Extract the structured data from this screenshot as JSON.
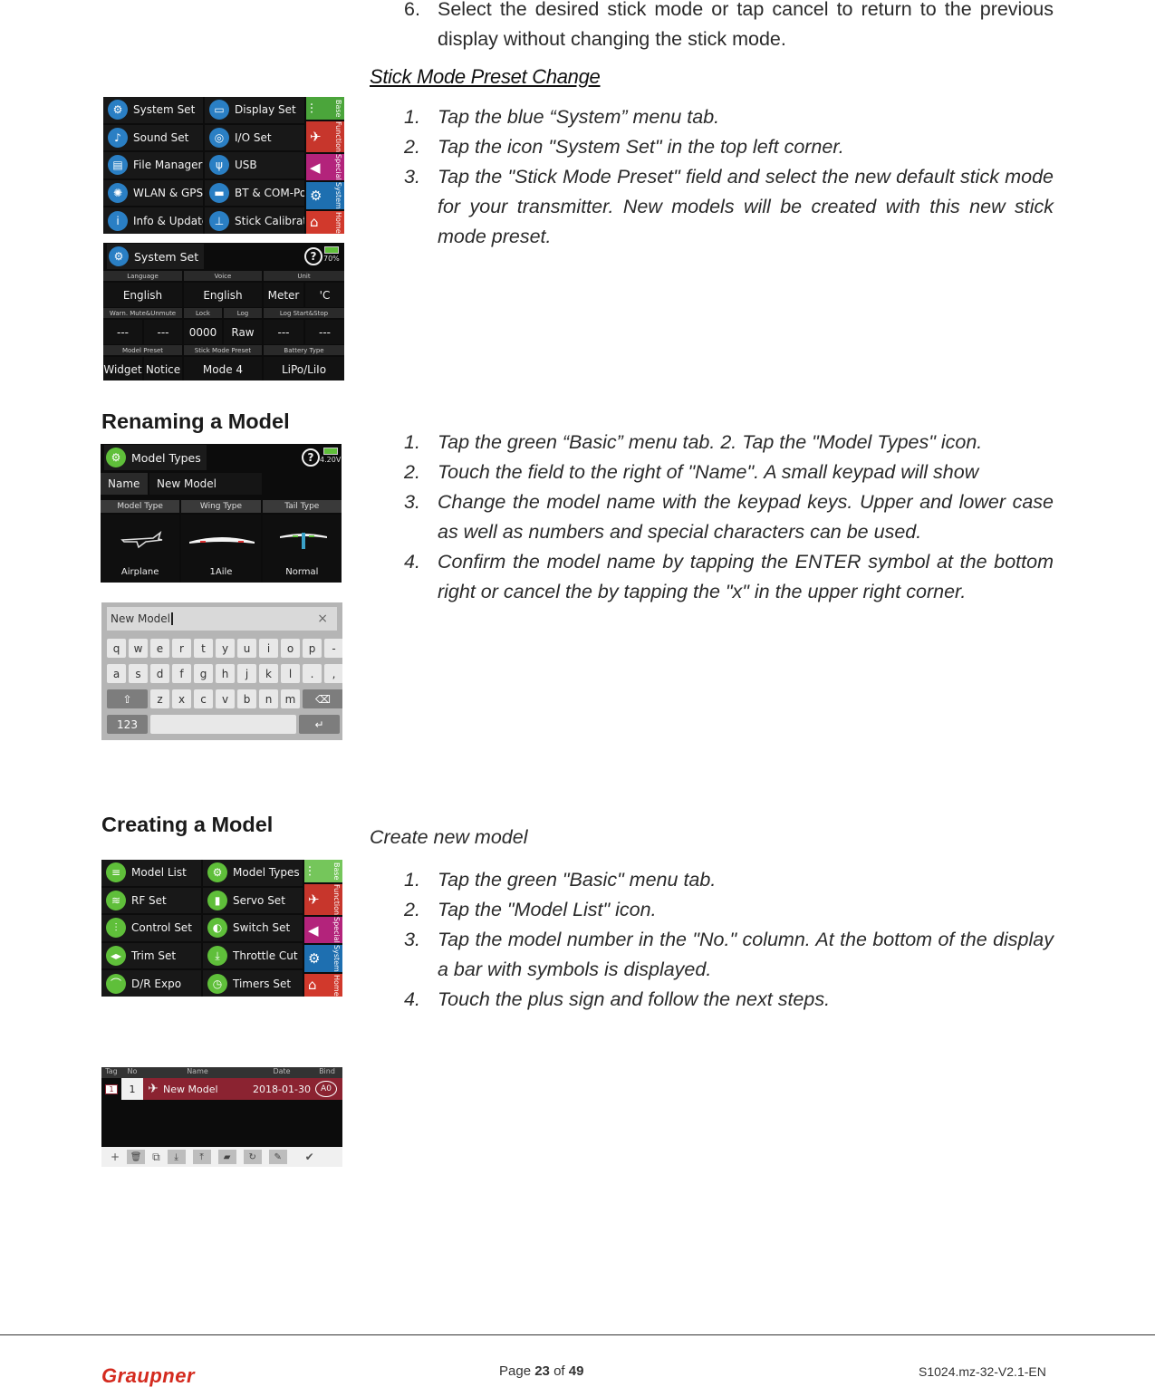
{
  "step6": {
    "num": "6.",
    "text": "Select the desired stick mode or tap cancel to return to the previous display without changing the stick mode."
  },
  "stick_mode": {
    "heading": "Stick Mode Preset Change",
    "steps": [
      {
        "num": "1.",
        "text": "Tap the blue “System” menu tab."
      },
      {
        "num": "2.",
        "text": "Tap the icon \"System Set\" in the top left corner."
      },
      {
        "num": "3.",
        "text": "Tap the \"Stick Mode Preset\" field and select the new default stick mode for your transmitter. New models will be created with this new stick mode preset."
      }
    ]
  },
  "renaming": {
    "title": "Renaming a Model",
    "steps": [
      {
        "num": "1.",
        "text": "Tap the green “Basic” menu tab. 2. Tap the \"Model Types\" icon."
      },
      {
        "num": "2.",
        "text": "Touch the field to the right of \"Name\". A small keypad will show"
      },
      {
        "num": "3.",
        "text": "Change the model name with the keypad keys. Upper and lower case as well as numbers and special characters can be used."
      },
      {
        "num": "4.",
        "text": "Confirm the model name by tapping the ENTER symbol at the bottom right or cancel the by tapping the \"x\" in the upper right corner."
      }
    ]
  },
  "creating": {
    "title": "Creating a Model",
    "intro": "Create new model",
    "steps": [
      {
        "num": "1.",
        "text": "Tap the green \"Basic\" menu tab."
      },
      {
        "num": "2.",
        "text": "Tap the \"Model List\" icon."
      },
      {
        "num": "3.",
        "text": "Tap the model number in the \"No.\" column. At the bottom of the display a bar with symbols is displayed."
      },
      {
        "num": "4.",
        "text": "Touch the plus sign and follow the next steps."
      }
    ]
  },
  "system_menu": {
    "items": [
      "System Set",
      "Display Set",
      "Sound Set",
      "I/O Set",
      "File Manager",
      "USB",
      "WLAN & GPS",
      "BT & COM-Port",
      "Info & Update",
      "Stick Calibrati.."
    ],
    "tabs": [
      "Base",
      "Function",
      "Special",
      "System",
      "Home"
    ]
  },
  "system_set": {
    "title": "System Set",
    "battery": "70%",
    "row1_heads": [
      "Language",
      "Voice",
      "Unit"
    ],
    "row1_vals": [
      "English",
      "English",
      "Meter",
      "'C"
    ],
    "row2_heads": [
      "Warn. Mute&Unmute",
      "Lock",
      "Log",
      "Log Start&Stop"
    ],
    "row2_vals": [
      "---",
      "---",
      "0000",
      "Raw",
      "---",
      "---"
    ],
    "row3_heads": [
      "Model Preset",
      "Stick Mode Preset",
      "Battery Type"
    ],
    "row3_vals": [
      "Widget",
      "Notice",
      "Mode 4",
      "LiPo/LiIo"
    ]
  },
  "model_types": {
    "title": "Model Types",
    "voltage": "4.20V",
    "name_label": "Name",
    "name_value": "New Model",
    "heads": [
      "Model Type",
      "Wing Type",
      "Tail Type"
    ],
    "values": [
      "Airplane",
      "1Aile",
      "Normal"
    ]
  },
  "keyboard": {
    "field": "New Model",
    "close": "×",
    "row1": [
      "q",
      "w",
      "e",
      "r",
      "t",
      "y",
      "u",
      "i",
      "o",
      "p",
      "-"
    ],
    "row2": [
      "a",
      "s",
      "d",
      "f",
      "g",
      "h",
      "j",
      "k",
      "l",
      ".",
      ","
    ],
    "row3": [
      "z",
      "x",
      "c",
      "v",
      "b",
      "n",
      "m"
    ],
    "num_key": "123"
  },
  "basic_menu": {
    "items": [
      "Model List",
      "Model Types",
      "RF Set",
      "Servo Set",
      "Control Set",
      "Switch Set",
      "Trim Set",
      "Throttle Cut",
      "D/R Expo",
      "Timers Set"
    ],
    "tabs": [
      "Base",
      "Function",
      "Special",
      "System",
      "Home"
    ]
  },
  "model_list": {
    "heads": [
      "Tag",
      "No",
      "Name",
      "Date",
      "Bind"
    ],
    "tag": "1",
    "no": "1",
    "name": "New Model",
    "date": "2018-01-30",
    "bind": "A0"
  },
  "footer": {
    "logo": "Graupner",
    "page_prefix": "Page",
    "page": "23",
    "of": "of",
    "total": "49",
    "doc_id": "S1024.mz-32-V2.1-EN"
  }
}
